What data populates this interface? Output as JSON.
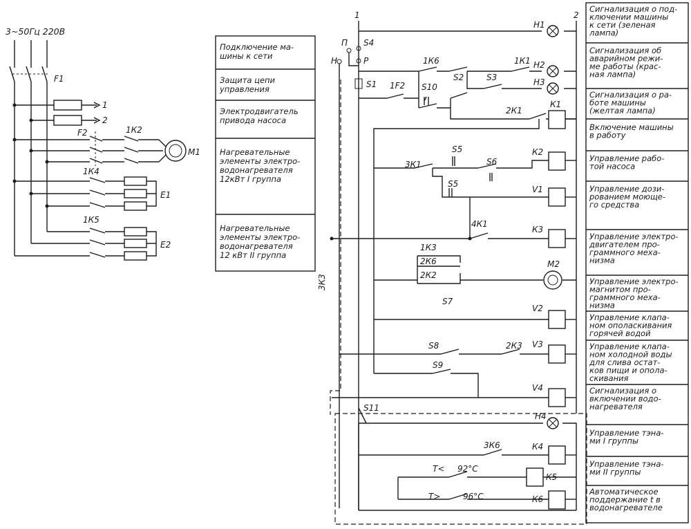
{
  "supply": {
    "voltage": "3~50Гц 220В",
    "switch": "F1",
    "outputs": [
      "1",
      "2"
    ],
    "pump_breaker": "F2",
    "pump_contact": "1К2",
    "pump_motor": "М1",
    "heater_contact_1": "1К4",
    "heater_group_1": "Е1",
    "heater_contact_2": "1К5",
    "heater_group_2": "Е2"
  },
  "left_captions": [
    "Подключение ма-\nшины к сети",
    "Защита цепи\nуправления",
    "Электродвигатель\nпривода насоса",
    "Нагревательные\nэлементы электро-\nводонагревателя\n12кВт I группа",
    "Нагревательные\nэлементы электро-\nводонагревателя\n12 кВт II группа"
  ],
  "control": {
    "rails": [
      "1",
      "2"
    ],
    "switch_labels": [
      "П",
      "Н",
      "S4",
      "Р",
      "S1",
      "1F2",
      "S10",
      "1К6",
      "S2",
      "S3",
      "1К1",
      "2К1",
      "3К1",
      "S5",
      "S6",
      "S5",
      "4К1",
      "1К3",
      "2К6",
      "2К2",
      "S7",
      "S8",
      "2К3",
      "S9",
      "3К3",
      "S11",
      "3К6",
      "Т<",
      "92°С",
      "Т>",
      "96°С"
    ],
    "loads": [
      "Н1",
      "Н2",
      "Н3",
      "К1",
      "К2",
      "V1",
      "К3",
      "М2",
      "V2",
      "V3",
      "V4",
      "Н4",
      "К4",
      "К5",
      "К6"
    ]
  },
  "right_captions": [
    "Сигнализация о под-\nключении машины\nк сети (зеленая\nлампа)",
    "Сигнализация об\nаварийном режи-\nме работы (крас-\nная лампа)",
    "Сигнализация о ра-\nботе машины\n(желтая лампа)",
    "Включение машины\nв работу",
    "Управление рабо-\nтой насоса",
    "Управление дози-\nрованием моюще-\nго средства",
    "Управление электро-\nдвигателем про-\nграммного меха-\nнизма",
    "Управление электро-\nмагнитом про-\nграммного меха-\nнизма",
    "Управление клапа-\nном ополаскивания\nгорячей водой",
    "Управление клапа-\nном холодной воды\nдля слива остат-\nков пищи и опола-\nскивания",
    "Сигнализация о\nвключении водо-\nнагревателя",
    "Управление тэна-\nми I группы",
    "Управление тэна-\nми II группы",
    "Автоматическое\nподдержание t в\nводонагревателе"
  ]
}
